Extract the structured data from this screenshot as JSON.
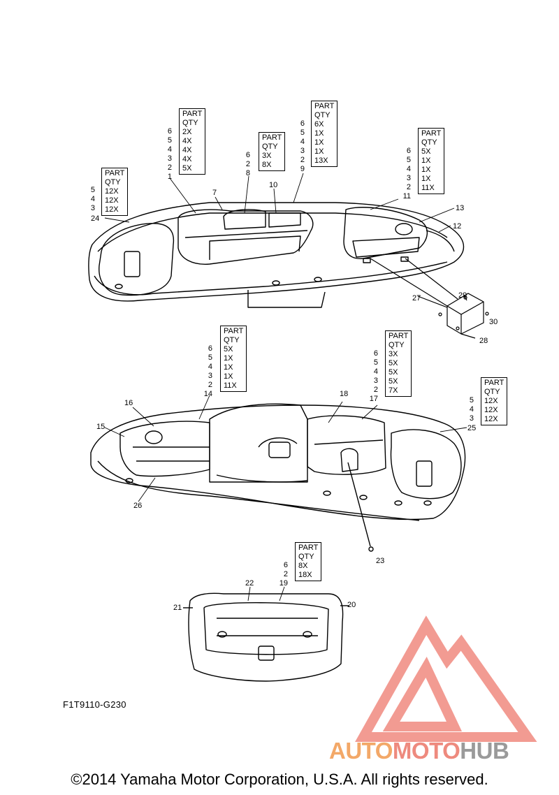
{
  "diagram_code": "F1T9110-G230",
  "copyright": "©2014 Yamaha Motor Corporation, U.S.A. All rights reserved.",
  "logo": {
    "part1": "AUTO",
    "part2": "MOTO",
    "part3": "HUB",
    "colors": {
      "auto": "#f3a868",
      "moto": "#ee8a7e",
      "hub": "#9a9a9a",
      "triangle": "#f08a80"
    }
  },
  "table_header": {
    "part": "PART",
    "qty": "QTY"
  },
  "qty_tables": [
    {
      "id": "t24",
      "parts": [
        "5",
        "4",
        "3",
        "24"
      ],
      "qtys": [
        "12X",
        "12X",
        "12X"
      ]
    },
    {
      "id": "t1",
      "parts": [
        "6",
        "5",
        "4",
        "3",
        "2",
        "1"
      ],
      "qtys": [
        "2X",
        "4X",
        "4X",
        "4X",
        "5X"
      ]
    },
    {
      "id": "t8",
      "parts": [
        "6",
        "2",
        "8"
      ],
      "qtys": [
        "3X",
        "8X"
      ]
    },
    {
      "id": "t9",
      "parts": [
        "6",
        "5",
        "4",
        "3",
        "2",
        "9"
      ],
      "qtys": [
        "6X",
        "1X",
        "1X",
        "1X",
        "13X"
      ]
    },
    {
      "id": "t11",
      "parts": [
        "6",
        "5",
        "4",
        "3",
        "2",
        "11"
      ],
      "qtys": [
        "5X",
        "1X",
        "1X",
        "1X",
        "11X"
      ]
    },
    {
      "id": "t14",
      "parts": [
        "6",
        "5",
        "4",
        "3",
        "2",
        "14"
      ],
      "qtys": [
        "5X",
        "1X",
        "1X",
        "1X",
        "11X"
      ]
    },
    {
      "id": "t17",
      "parts": [
        "6",
        "5",
        "4",
        "3",
        "2",
        "17"
      ],
      "qtys": [
        "3X",
        "5X",
        "5X",
        "5X",
        "7X"
      ]
    },
    {
      "id": "t25",
      "parts": [
        "5",
        "4",
        "3",
        "25"
      ],
      "qtys": [
        "12X",
        "12X",
        "12X"
      ]
    },
    {
      "id": "t19",
      "parts": [
        "6",
        "2",
        "19"
      ],
      "qtys": [
        "8X",
        "18X"
      ]
    }
  ],
  "callouts": [
    "7",
    "10",
    "13",
    "12",
    "29",
    "30",
    "27",
    "28",
    "16",
    "15",
    "18",
    "26",
    "23",
    "22",
    "21",
    "20"
  ]
}
